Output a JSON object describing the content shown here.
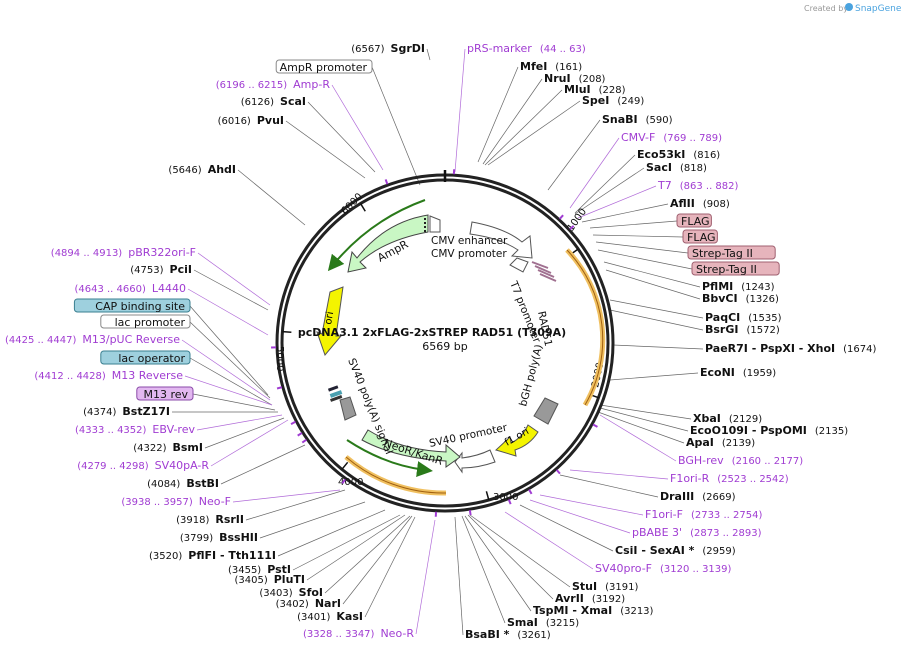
{
  "created_by": "Created by",
  "brand": "SnapGene",
  "plasmid_name": "pcDNA3.1 2xFLAG-2xSTREP RAD51 (T309A)",
  "plasmid_size": "6569 bp",
  "ticks": [
    "1000",
    "2000",
    "3000",
    "4000",
    "5000",
    "6000"
  ],
  "colors": {
    "feature_purple": "#a03cd2",
    "ori_yellow": "#f4f400",
    "ampr_green": "#c9f7c4",
    "primer_orange": "#f0c060",
    "backbone": "#222222"
  },
  "features": {
    "ampr": "AmpR",
    "ori": "ori",
    "cmv_enh": "CMV enhancer",
    "cmv_prom": "CMV promoter",
    "t7_prom": "T7 promoter",
    "insert": "RAD51",
    "bgh": "bGH poly(A)",
    "f1": "f1 ori",
    "sv40_prom": "SV40 promoter",
    "neo": "NeoR/KanR",
    "sv40_polya": "SV40 poly(A) signal"
  },
  "left_labels": [
    {
      "id": "sgrdi",
      "pos": "(6567)",
      "name": "SgrDI"
    },
    {
      "id": "ampr-prom",
      "box": "AmpR promoter"
    },
    {
      "id": "amp-r",
      "fpos": "(6196 .. 6215)",
      "fname": "Amp-R"
    },
    {
      "id": "scai",
      "pos": "(6126)",
      "name": "ScaI"
    },
    {
      "id": "pvui",
      "pos": "(6016)",
      "name": "PvuI"
    },
    {
      "id": "ahdi",
      "pos": "(5646)",
      "name": "AhdI"
    },
    {
      "id": "pbr322",
      "fpos": "(4894 .. 4913)",
      "fname": "pBR322ori-F"
    },
    {
      "id": "pcii",
      "pos": "(4753)",
      "name": "PciI"
    },
    {
      "id": "l4440",
      "fpos": "(4643 .. 4660)",
      "fname": "L4440"
    },
    {
      "id": "cap",
      "box": "CAP binding site"
    },
    {
      "id": "lacprom",
      "box": "lac promoter"
    },
    {
      "id": "m13puc",
      "fpos": "(4425 .. 4447)",
      "fname": "M13/pUC Reverse"
    },
    {
      "id": "lacop",
      "box": "lac operator"
    },
    {
      "id": "m13r",
      "fpos": "(4412 .. 4428)",
      "fname": "M13 Reverse"
    },
    {
      "id": "m13rev",
      "box": "M13 rev"
    },
    {
      "id": "bstz17i",
      "pos": "(4374)",
      "name": "BstZ17I"
    },
    {
      "id": "ebv",
      "fpos": "(4333 .. 4352)",
      "fname": "EBV-rev"
    },
    {
      "id": "bsmi",
      "pos": "(4322)",
      "name": "BsmI"
    },
    {
      "id": "sv40pa",
      "fpos": "(4279 .. 4298)",
      "fname": "SV40pA-R"
    },
    {
      "id": "bstbi",
      "pos": "(4084)",
      "name": "BstBI"
    },
    {
      "id": "neof",
      "fpos": "(3938 .. 3957)",
      "fname": "Neo-F"
    },
    {
      "id": "rsrii",
      "pos": "(3918)",
      "name": "RsrII"
    },
    {
      "id": "bsshii",
      "pos": "(3799)",
      "name": "BssHII"
    },
    {
      "id": "pflfi",
      "pos": "(3520)",
      "name": "PflFI  - Tth111I"
    },
    {
      "id": "psti",
      "pos": "(3455)",
      "name": "PstI"
    },
    {
      "id": "pluti",
      "pos": "(3405)",
      "name": "PluTI"
    },
    {
      "id": "sfoi",
      "pos": "(3403)",
      "name": "SfoI"
    },
    {
      "id": "nari",
      "pos": "(3402)",
      "name": "NarI"
    },
    {
      "id": "kasi",
      "pos": "(3401)",
      "name": "KasI"
    },
    {
      "id": "neor",
      "fpos": "(3328 .. 3347)",
      "fname": "Neo-R"
    }
  ],
  "right_labels": [
    {
      "id": "rsmarker",
      "fname": "pRS-marker",
      "fpos": "(44 .. 63)"
    },
    {
      "id": "mfei",
      "name": "MfeI",
      "pos": "(161)"
    },
    {
      "id": "nrui",
      "name": "NruI",
      "pos": "(208)"
    },
    {
      "id": "mlui",
      "name": "MluI",
      "pos": "(228)"
    },
    {
      "id": "spei",
      "name": "SpeI",
      "pos": "(249)"
    },
    {
      "id": "snabi",
      "name": "SnaBI",
      "pos": "(590)"
    },
    {
      "id": "cmvf",
      "fname": "CMV-F",
      "fpos": "(769 .. 789)"
    },
    {
      "id": "eco53ki",
      "name": "Eco53kI",
      "pos": "(816)"
    },
    {
      "id": "saci",
      "name": "SacI",
      "pos": "(818)"
    },
    {
      "id": "t7",
      "fname": "T7",
      "fpos": "(863 .. 882)"
    },
    {
      "id": "aflii",
      "name": "AflII",
      "pos": "(908)"
    },
    {
      "id": "flag1",
      "tag": "FLAG"
    },
    {
      "id": "flag2",
      "tag": "FLAG"
    },
    {
      "id": "strep1",
      "tag": "Strep-Tag II"
    },
    {
      "id": "strep2",
      "tag": "Strep-Tag II"
    },
    {
      "id": "pflmi",
      "name": "PflMI",
      "pos": "(1243)"
    },
    {
      "id": "bbvci",
      "name": "BbvCI",
      "pos": "(1326)"
    },
    {
      "id": "paqci",
      "name": "PaqCI",
      "pos": "(1535)"
    },
    {
      "id": "bsrgi",
      "name": "BsrGI",
      "pos": "(1572)"
    },
    {
      "id": "paer7i",
      "name": "PaeR7I  - PspXI  - XhoI",
      "pos": "(1674)"
    },
    {
      "id": "econi",
      "name": "EcoNI",
      "pos": "(1959)"
    },
    {
      "id": "xbai",
      "name": "XbaI",
      "pos": "(2129)"
    },
    {
      "id": "ecoo109i",
      "name": "EcoO109I  - PspOMI",
      "pos": "(2135)"
    },
    {
      "id": "apai",
      "name": "ApaI",
      "pos": "(2139)"
    },
    {
      "id": "bghrev",
      "fname": "BGH-rev",
      "fpos": "(2160 .. 2177)"
    },
    {
      "id": "f1orir",
      "fname": "F1ori-R",
      "fpos": "(2523 .. 2542)"
    },
    {
      "id": "draiii",
      "name": "DraIII",
      "pos": "(2669)"
    },
    {
      "id": "f1orif",
      "fname": "F1ori-F",
      "fpos": "(2733 .. 2754)"
    },
    {
      "id": "pbabe",
      "fname": "pBABE 3'",
      "fpos": "(2873 .. 2893)"
    },
    {
      "id": "csii",
      "name": "CsiI  - SexAI *",
      "pos": "(2959)"
    },
    {
      "id": "sv40prof",
      "fname": "SV40pro-F",
      "fpos": "(3120 .. 3139)"
    },
    {
      "id": "stui",
      "name": "StuI",
      "pos": "(3191)"
    },
    {
      "id": "avrii",
      "name": "AvrII",
      "pos": "(3192)"
    },
    {
      "id": "tspmi",
      "name": "TspMI  - XmaI",
      "pos": "(3213)"
    },
    {
      "id": "smai",
      "name": "SmaI",
      "pos": "(3215)"
    },
    {
      "id": "bsabi",
      "name": "BsaBI *",
      "pos": "(3261)"
    }
  ]
}
